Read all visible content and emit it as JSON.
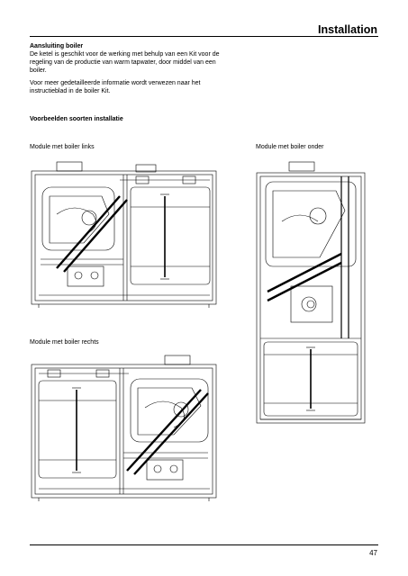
{
  "header": {
    "title": "Installation"
  },
  "section": {
    "heading": "Aansluiting boiler",
    "paragraph1": "De ketel is geschikt voor de werking met behulp van een Kit voor de regeling van de productie van warm tapwater, door middel van een boiler.",
    "paragraph2": "Voor meer gedetailleerde informatie wordt verwezen naar het instructieblad in de boiler Kit.",
    "examples_heading": "Voorbeelden soorten installatie"
  },
  "figures": {
    "left_caption": "Module met boiler links",
    "bottom_caption": "Module met boiler onder",
    "right_caption": "Module met boiler rechts"
  },
  "footer": {
    "page_number": "47"
  }
}
